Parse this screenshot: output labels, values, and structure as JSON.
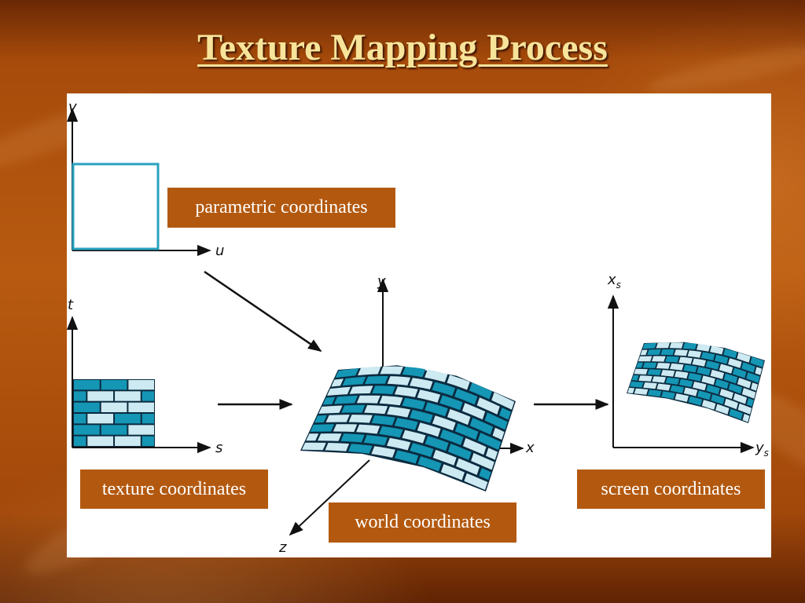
{
  "slide": {
    "title": "Texture Mapping Process"
  },
  "diagram": {
    "labels": {
      "parametric": "parametric coordinates",
      "texture": "texture coordinates",
      "world": "world coordinates",
      "screen": "screen coordinates"
    },
    "axes": {
      "parametric": {
        "vertical": "v",
        "horizontal": "u"
      },
      "texture": {
        "vertical": "t",
        "horizontal": "s"
      },
      "world": {
        "vertical": "y",
        "horizontal": "x",
        "depth": "z"
      },
      "screen": {
        "vertical": "x",
        "vertical_sub": "s",
        "horizontal": "y",
        "horizontal_sub": "s"
      }
    }
  },
  "colors": {
    "label_background": "#b3590f",
    "title_text": "#f7e49a",
    "brick_dark": "#1596b5",
    "brick_light": "#cdeaf2",
    "brick_mortar": "#0b2b40",
    "parametric_square": "#2aa2bf"
  }
}
